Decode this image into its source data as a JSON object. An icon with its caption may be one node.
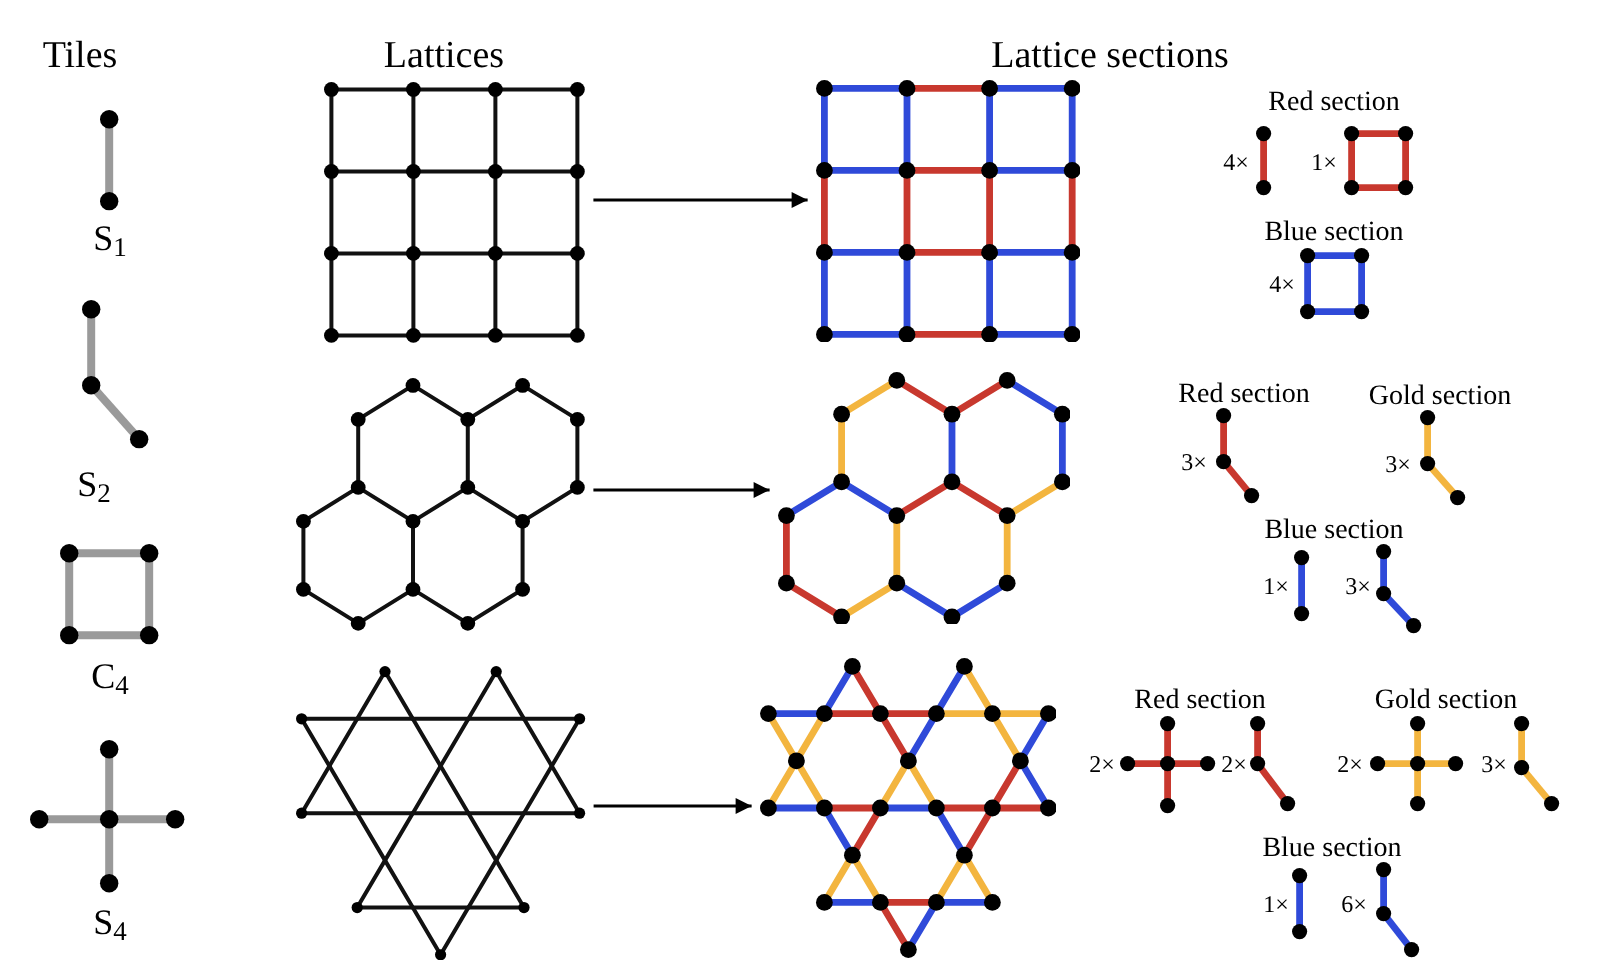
{
  "diagram": {
    "nodes": [
      {
        "text": [],
        "shape": "picture"
      },
      {
        "text": [],
        "shape": "picture"
      },
      {
        "text": [],
        "shape": "picture"
      },
      {
        "text": [],
        "shape": "picture"
      },
      {
        "text": [],
        "shape": "picture"
      },
      {
        "text": [],
        "shape": "picture"
      }
    ],
    "edges": [
      {
        "from": 0,
        "to": 1,
        "arrow": "to"
      },
      {
        "from": 2,
        "to": 3,
        "arrow": "to"
      },
      {
        "from": 4,
        "to": 5,
        "arrow": "to"
      }
    ],
    "labels": [
      "Tiles",
      "Lattices",
      "Lattice sections",
      "S$_{1}$",
      "S$_{2}$",
      "C$_{4}$",
      "S$_{4}$",
      "Red section",
      "4×",
      "1×",
      "Blue section",
      "4×",
      "Red section",
      "3×",
      "Gold section",
      "3×",
      "Blue section",
      "1×",
      "3×",
      "Red section",
      "2×",
      "2×",
      "Gold section",
      "2×",
      "3×",
      "Blue section",
      "1×",
      "6×"
    ]
  }
}
